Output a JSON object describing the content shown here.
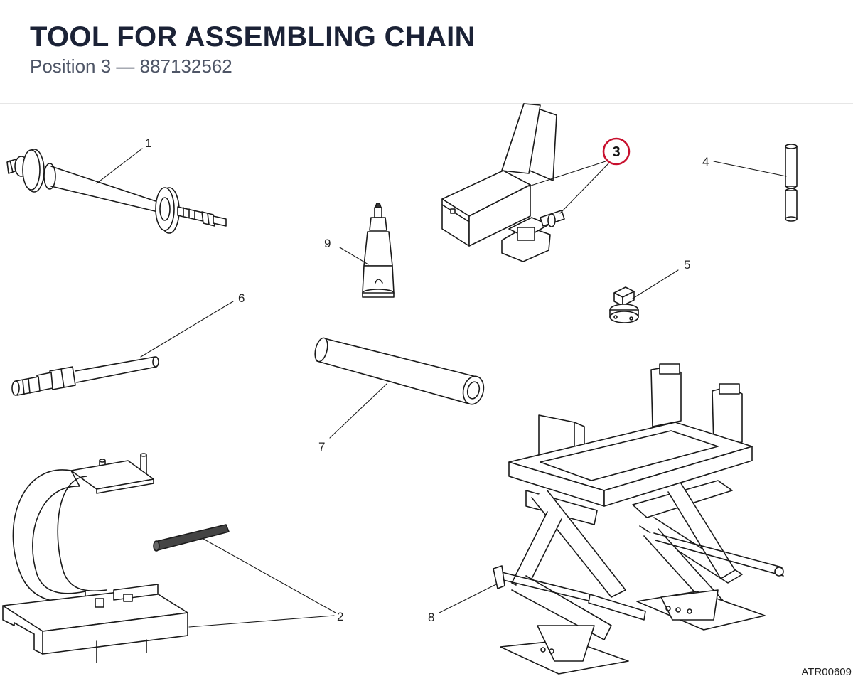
{
  "header": {
    "title": "TOOL FOR ASSEMBLING CHAIN",
    "subtitle": "Position 3 — 887132562"
  },
  "colors": {
    "title": "#1b2236",
    "subtitle": "#4e5566",
    "highlight_ring": "#c8102e",
    "line": "#1a1a1a"
  },
  "parts": [
    {
      "number": "1",
      "icon": "puller-rod-icon"
    },
    {
      "number": "2",
      "icon": "frame-bracket-icon"
    },
    {
      "number": "3",
      "icon": "chain-tool-case-icon",
      "highlighted": true
    },
    {
      "number": "4",
      "icon": "pin-icon"
    },
    {
      "number": "5",
      "icon": "adapter-nut-icon"
    },
    {
      "number": "6",
      "icon": "tube-icon"
    },
    {
      "number": "7",
      "icon": "rod-fitting-icon"
    },
    {
      "number": "8",
      "icon": "scissor-stand-icon"
    },
    {
      "number": "9",
      "icon": "grease-tube-icon"
    }
  ],
  "reference_code": "ATR00609"
}
